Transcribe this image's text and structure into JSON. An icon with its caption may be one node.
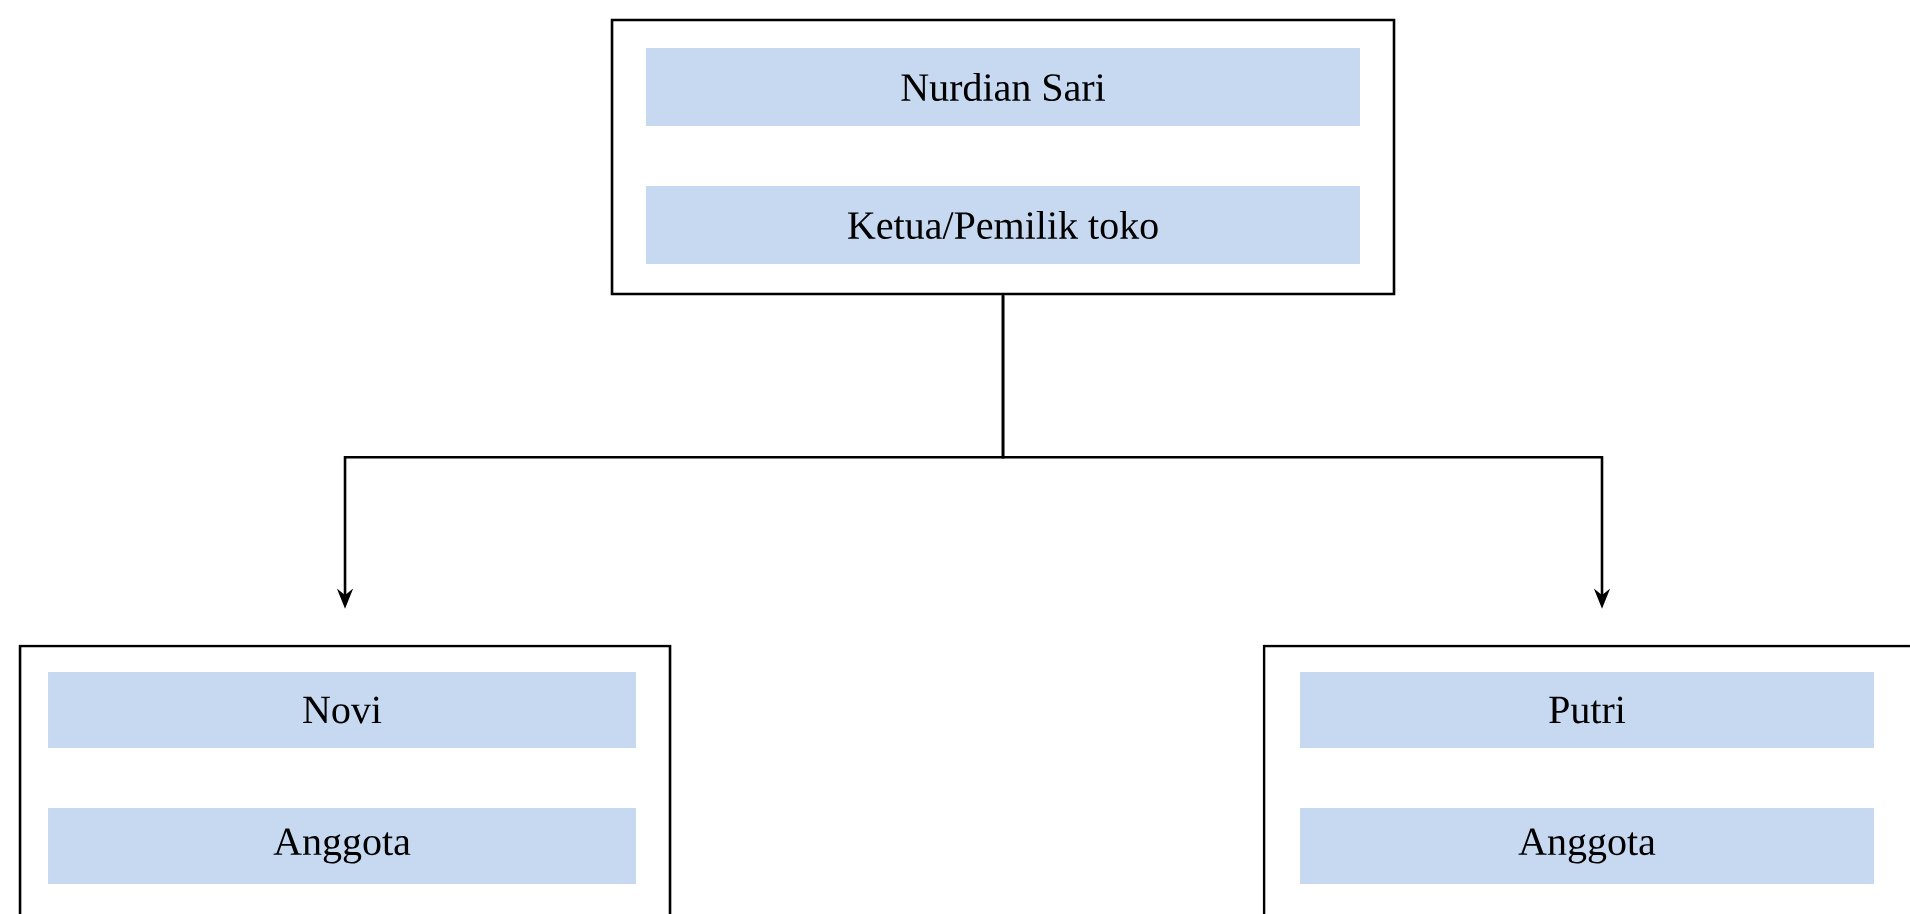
{
  "diagram": {
    "nodes": [
      {
        "text": [],
        "shape": "box"
      },
      {
        "text": [
          "Nurdian Sari"
        ],
        "in": 0
      },
      {
        "text": [
          "Ketua/Pemilik toko"
        ],
        "in": 0
      },
      {
        "text": [],
        "shape": "box"
      },
      {
        "text": [
          "Novi"
        ],
        "in": 3
      },
      {
        "text": [
          "Anggota"
        ],
        "in": 3
      },
      {
        "text": [],
        "shape": "box"
      },
      {
        "text": [
          "Putri"
        ],
        "in": 6
      },
      {
        "text": [
          "Anggota"
        ],
        "in": 6
      }
    ],
    "edges": [
      {
        "from": 0,
        "to": 3,
        "arrow": "to"
      },
      {
        "from": 0,
        "to": 6,
        "arrow": "to"
      }
    ]
  }
}
